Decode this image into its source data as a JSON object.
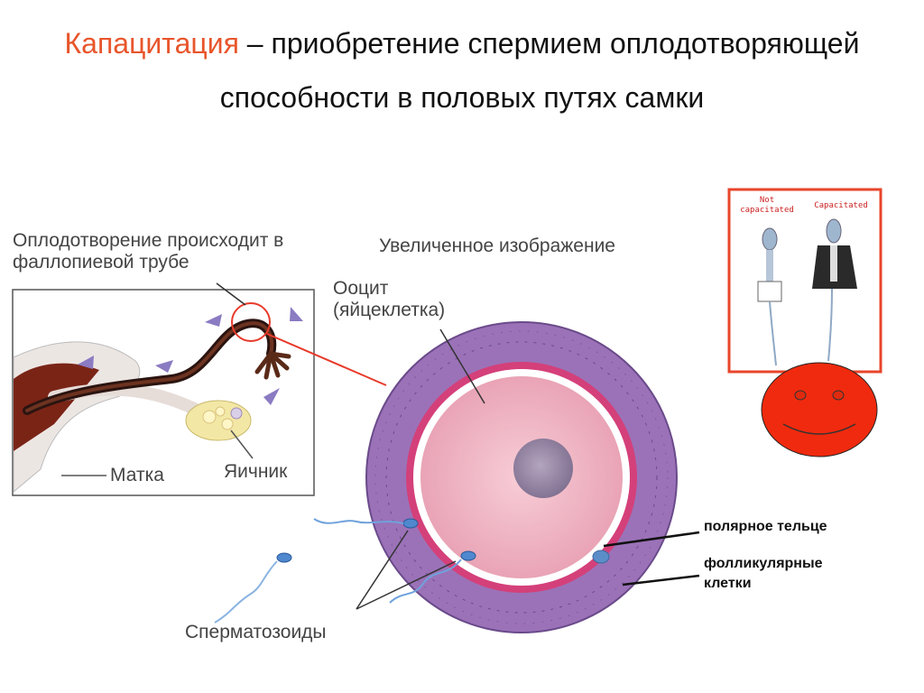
{
  "slide": {
    "title_highlight": "Капацитация",
    "title_rest": " – приобретение спермием оплодотворяющей способности в половых путях самки"
  },
  "labels": {
    "fertilization": "Оплодотворение происходит в фаллопиевой трубе",
    "magnified": "Увеличенное изображение",
    "oocyte": "Ооцит (яйцеклетка)",
    "uterus": "Матка",
    "ovary": "Яичник",
    "sperm": "Сперматозоиды",
    "polar_body": "полярное тельце",
    "follicular": "фолликулярные клетки"
  },
  "inset": {
    "not_capacitated": "Not capacitated",
    "capacitated": "Capacitated"
  },
  "colors": {
    "title_accent": "#e8552b",
    "inset_border": "#e8452b",
    "smiley_face": "#f02a0e",
    "corona": "#9b72b8",
    "zona": "#d4407a",
    "oocyte": "#f2b9c7",
    "nucleus": "#9a8aa6"
  }
}
